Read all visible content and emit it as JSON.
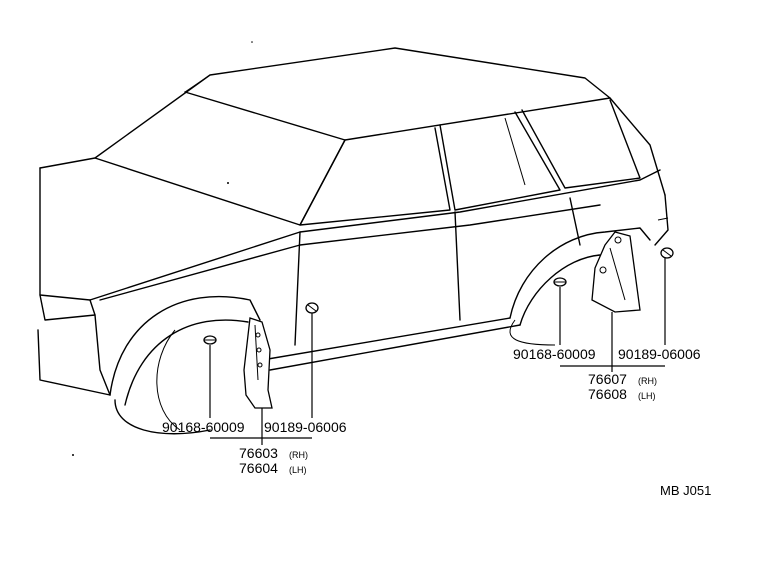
{
  "front_group": {
    "clip_part": "90168-60009",
    "screw_part": "90189-06006",
    "rh_part": "76603",
    "rh_side": "(RH)",
    "lh_part": "76604",
    "lh_side": "(LH)"
  },
  "rear_group": {
    "clip_part": "90168-60009",
    "screw_part": "90189-06006",
    "rh_part": "76607",
    "rh_side": "(RH)",
    "lh_part": "76608",
    "lh_side": "(LH)"
  },
  "diagram_code": "MB J051"
}
